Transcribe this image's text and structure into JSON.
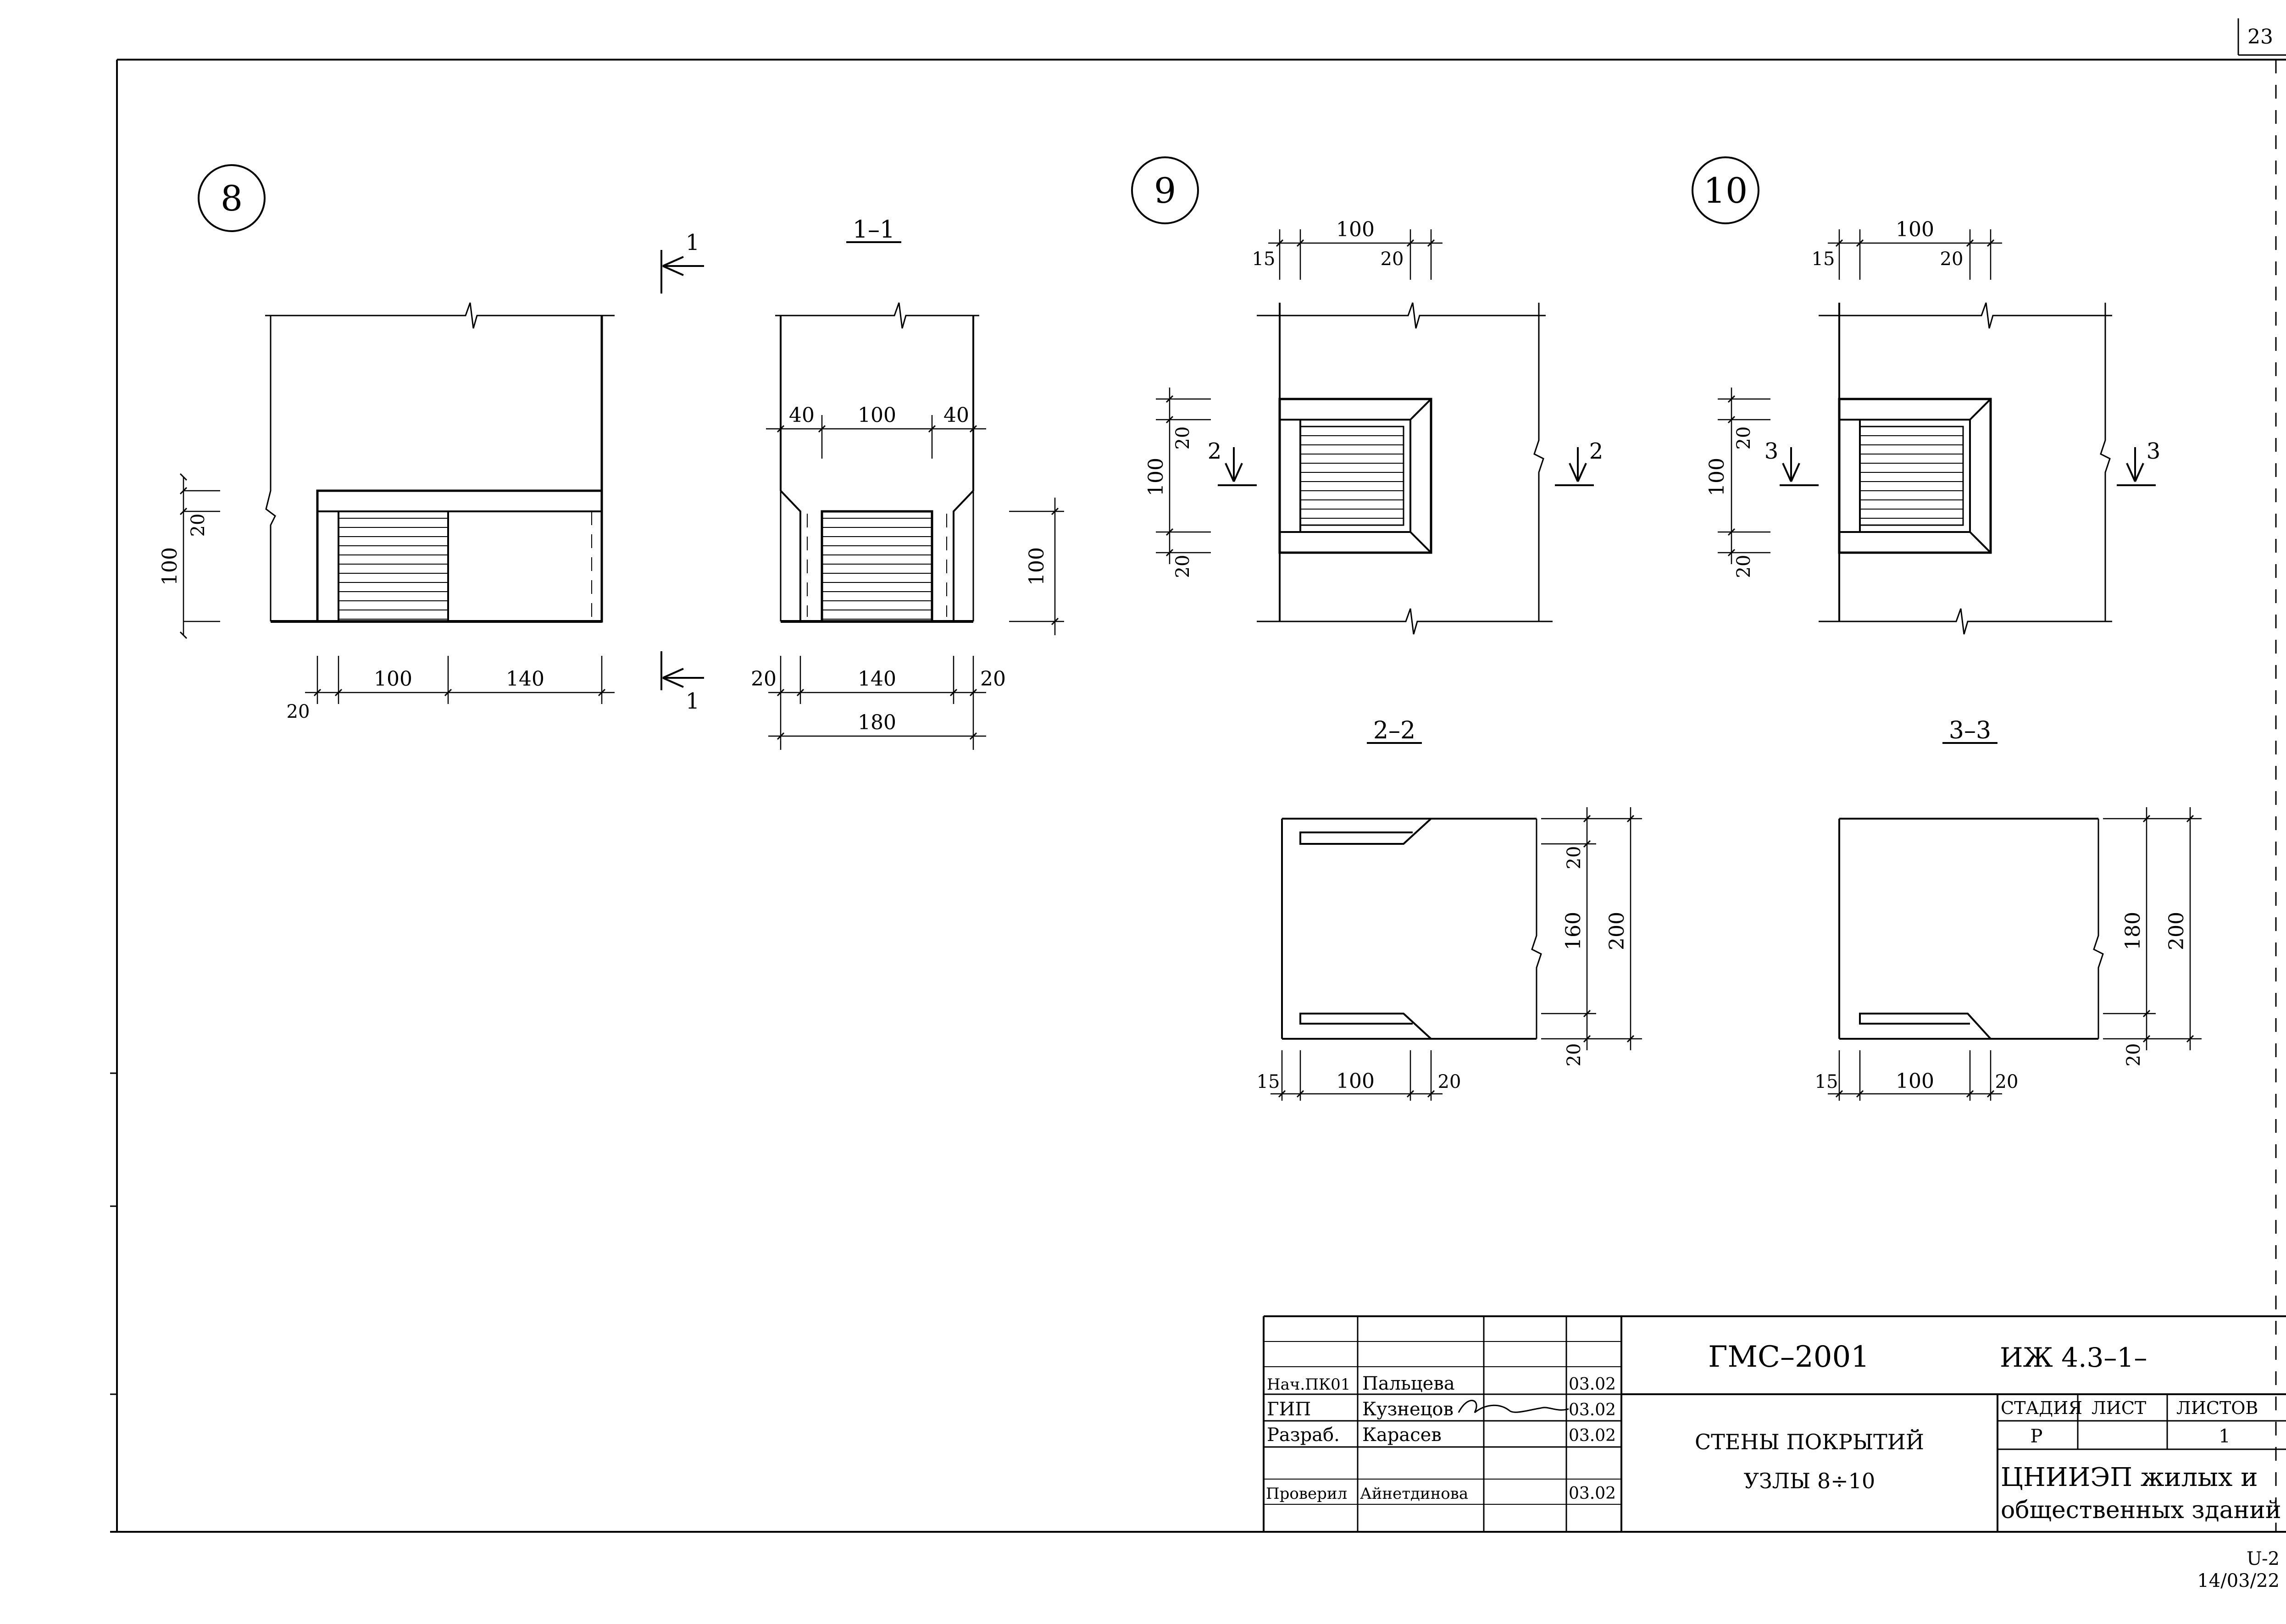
{
  "corner": {
    "page_top": "23",
    "stamp_code": "U-2",
    "stamp_date": "14/03/22"
  },
  "nodes": {
    "n8": {
      "label": "8",
      "section_tag_top": "1",
      "section_tag_bottom": "1",
      "dims": {
        "h100": "100",
        "h20": "20",
        "b20": "20",
        "b100": "100",
        "b140": "140"
      }
    },
    "s11": {
      "title": "1–1",
      "dims": {
        "t40a": "40",
        "t100": "100",
        "t40b": "40",
        "r100": "100",
        "b20a": "20",
        "b140": "140",
        "b20b": "20",
        "b180": "180"
      }
    },
    "n9": {
      "label": "9",
      "cut_left": "2",
      "cut_right": "2",
      "dims": {
        "t15": "15",
        "t100": "100",
        "t20": "20",
        "l20a": "20",
        "l100": "100",
        "l20b": "20"
      }
    },
    "n10": {
      "label": "10",
      "cut_left": "3",
      "cut_right": "3",
      "dims": {
        "t15": "15",
        "t100": "100",
        "t20": "20",
        "l20a": "20",
        "l100": "100",
        "l20b": "20"
      }
    },
    "s22": {
      "title": "2–2",
      "dims": {
        "r20a": "20",
        "r160": "160",
        "r20b": "20",
        "r200": "200",
        "b15": "15",
        "b100": "100",
        "b20": "20"
      }
    },
    "s33": {
      "title": "3–3",
      "dims": {
        "r180": "180",
        "r20": "20",
        "r200": "200",
        "b15": "15",
        "b100": "100",
        "b20": "20"
      }
    }
  },
  "title_block": {
    "code": "ГМС–2001",
    "doc": "ИЖ 4.3–1–",
    "rows": [
      {
        "role": "Нач.ПК01",
        "name": "Пальцева",
        "date": "03.02"
      },
      {
        "role": "ГИП",
        "name": "Кузнецов",
        "date": "03.02"
      },
      {
        "role": "Разраб.",
        "name": "Карасев",
        "date": "03.02"
      },
      {
        "role": "",
        "name": "",
        "date": ""
      },
      {
        "role": "Проверил",
        "name": "Айнетдинова",
        "date": "03.02"
      }
    ],
    "title_line1": "СТЕНЫ ПОКРЫТИЙ",
    "title_line2": "УЗЛЫ 8÷10",
    "stage_header": "СТАДИЯ",
    "sheet_header": "ЛИСТ",
    "sheets_header": "ЛИСТОВ",
    "stage": "Р",
    "sheet": "",
    "sheets": "1",
    "org_line1": "ЦНИИЭП жилых и",
    "org_line2": "общественных зданий"
  }
}
